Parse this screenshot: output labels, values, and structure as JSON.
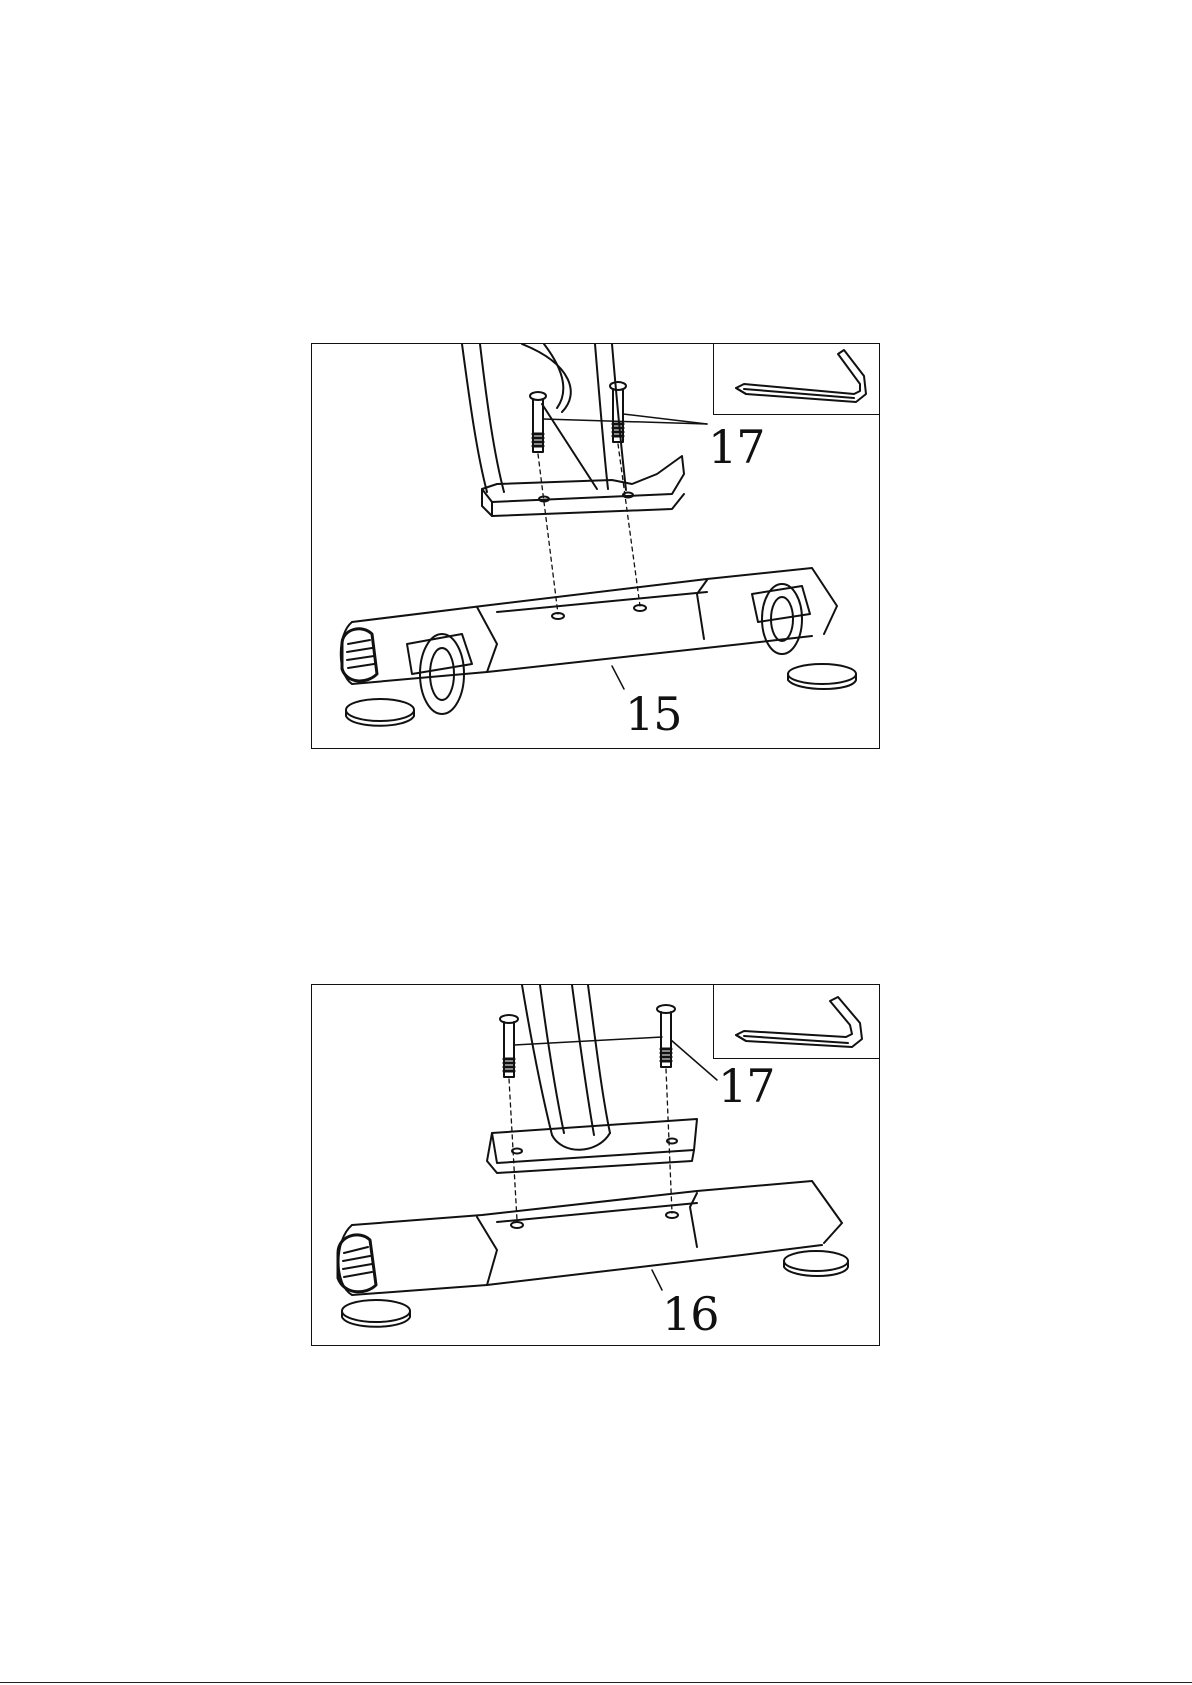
{
  "figure_1": {
    "label_bolts": "17",
    "label_part": "15"
  },
  "figure_2": {
    "label_bolts": "17",
    "label_part": "16"
  },
  "inset_icon": "allen-wrench-icon",
  "line_color": "#111111"
}
